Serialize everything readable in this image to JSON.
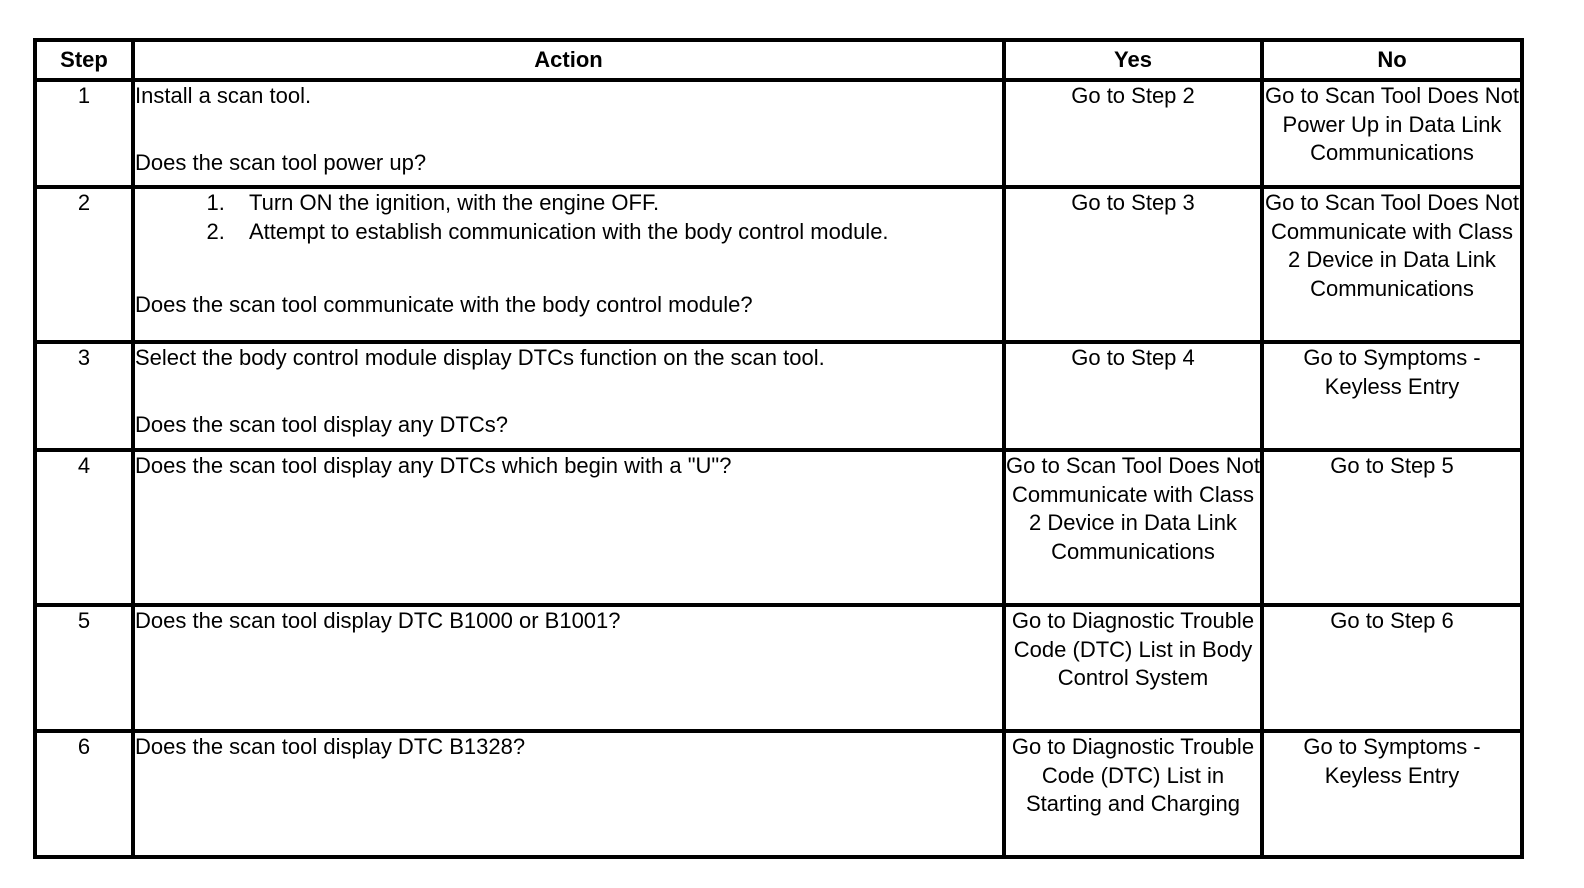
{
  "headers": {
    "step": "Step",
    "action": "Action",
    "yes": "Yes",
    "no": "No"
  },
  "rows": [
    {
      "step": "1",
      "intro": "Install a scan tool.",
      "substeps": [],
      "question": "Does the scan tool power up?",
      "yes": "Go to Step 2",
      "no": "Go to Scan Tool Does Not Power Up in Data Link Communications"
    },
    {
      "step": "2",
      "intro": "",
      "substeps": [
        "Turn ON the ignition, with the engine OFF.",
        "Attempt to establish communication with the body control module."
      ],
      "question": "Does the scan tool communicate with the body control module?",
      "yes": "Go to Step 3",
      "no": "Go to Scan Tool Does Not Communicate with Class 2 Device in Data Link Communications"
    },
    {
      "step": "3",
      "intro": "Select the body control module display DTCs function on the scan tool.",
      "substeps": [],
      "question": "Does the scan tool display any DTCs?",
      "yes": "Go to Step 4",
      "no": "Go to Symptoms - Keyless Entry"
    },
    {
      "step": "4",
      "intro": "",
      "substeps": [],
      "question": "Does the scan tool display any DTCs which begin with a \"U\"?",
      "yes": "Go to Scan Tool Does Not Communicate with Class 2 Device in Data Link Communications",
      "no": "Go to Step 5"
    },
    {
      "step": "5",
      "intro": "",
      "substeps": [],
      "question": "Does the scan tool display DTC B1000 or B1001?",
      "yes": "Go to Diagnostic Trouble Code (DTC) List in Body Control System",
      "no": "Go to Step 6"
    },
    {
      "step": "6",
      "intro": "",
      "substeps": [],
      "question": "Does the scan tool display DTC B1328?",
      "yes": "Go to Diagnostic Trouble Code (DTC) List in Starting and Charging",
      "no": "Go to Symptoms - Keyless Entry"
    }
  ]
}
